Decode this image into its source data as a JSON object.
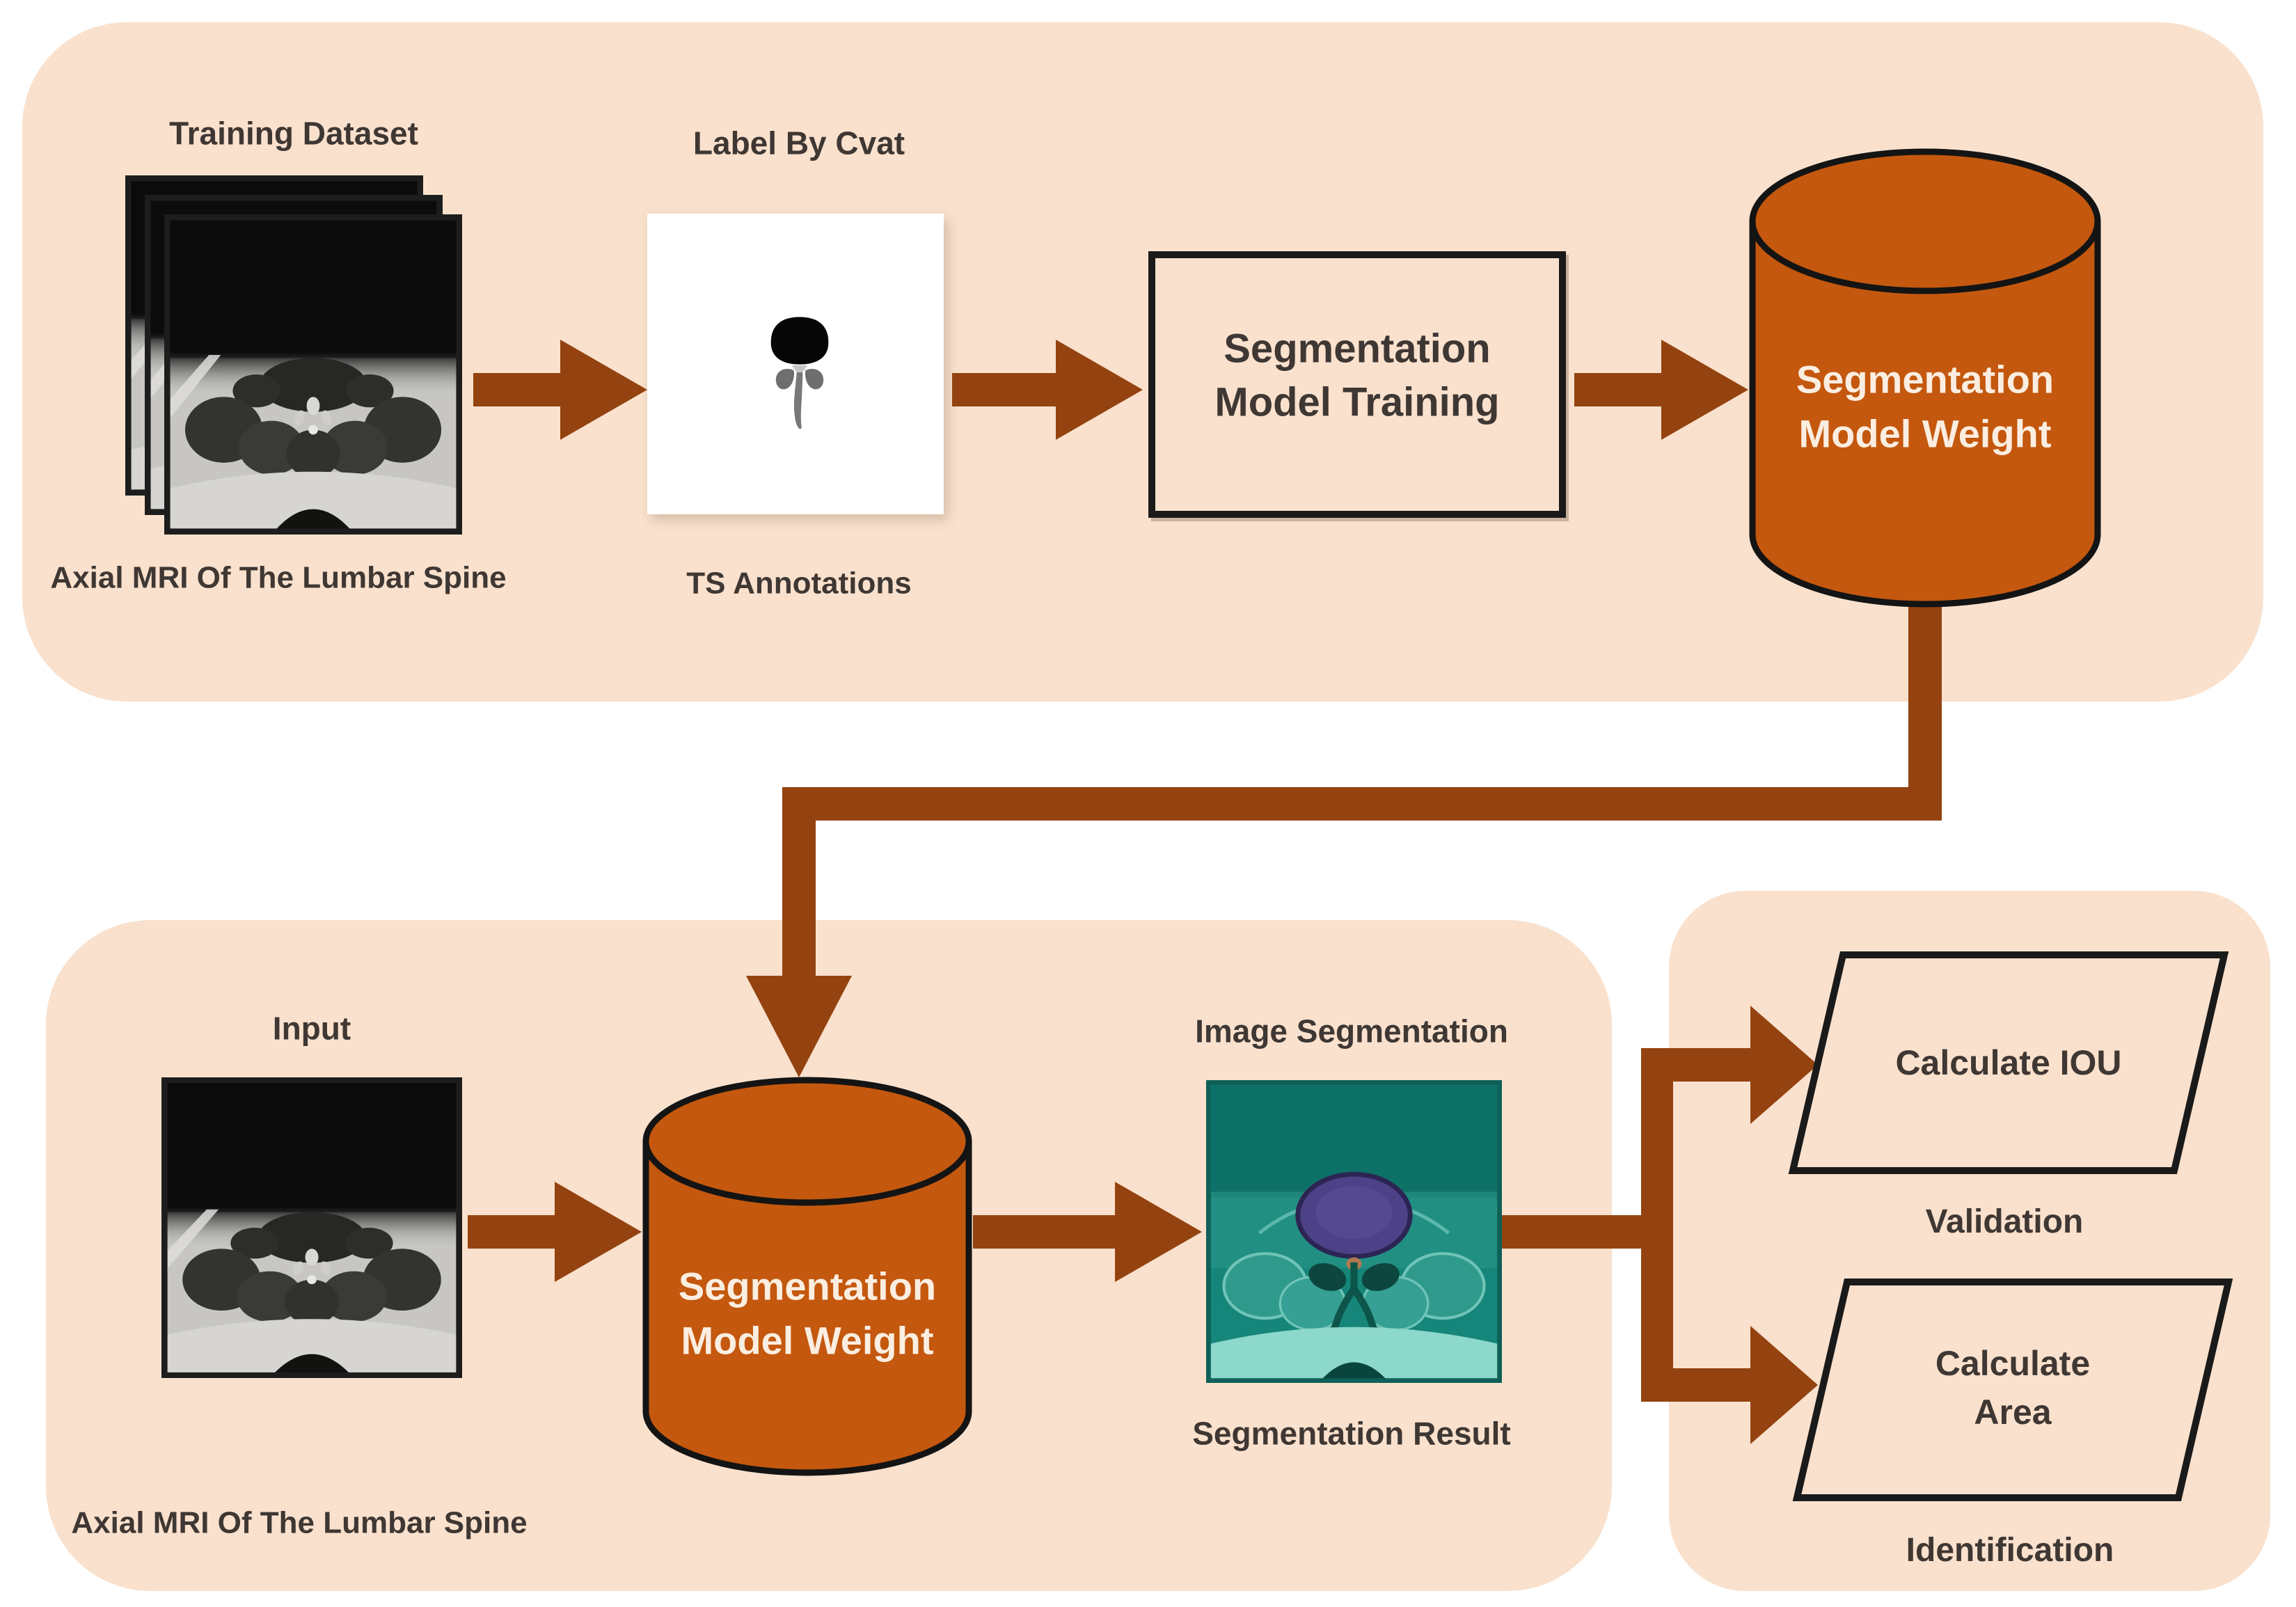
{
  "figure": {
    "top_panel": {
      "training_dataset_label": "Training Dataset",
      "axial_mri_label": "Axial MRI Of The Lumbar Spine",
      "label_by_cvat_label": "Label By Cvat",
      "ts_annotations_label": "TS Annotations",
      "training_box_label": "Segmentation Model Training",
      "model_weight_label": "Segmentation Model Weight"
    },
    "inference_panel": {
      "input_label": "Input",
      "axial_mri_label": "Axial MRI Of The Lumbar Spine",
      "model_weight_label": "Segmentation Model Weight",
      "image_segmentation_label": "Image Segmentation",
      "segmentation_result_label": "Segmentation Result"
    },
    "evaluation_panel": {
      "calculate_iou_label": "Calculate IOU",
      "validation_label": "Validation",
      "calculate_area_label": "Calculate Area",
      "identification_label": "Identification"
    },
    "colors": {
      "panel_background": "#F9E1CD",
      "arrow_brown": "#944310",
      "cylinder_fill": "#C4580E",
      "cylinder_text": "#FBEEE1",
      "label_text": "#3F3733",
      "shape_border": "#1A1A1A",
      "annotation_canvas": "#FFFFFF",
      "result_teal": "#16857A",
      "mask_purple": "#4D4288"
    }
  }
}
